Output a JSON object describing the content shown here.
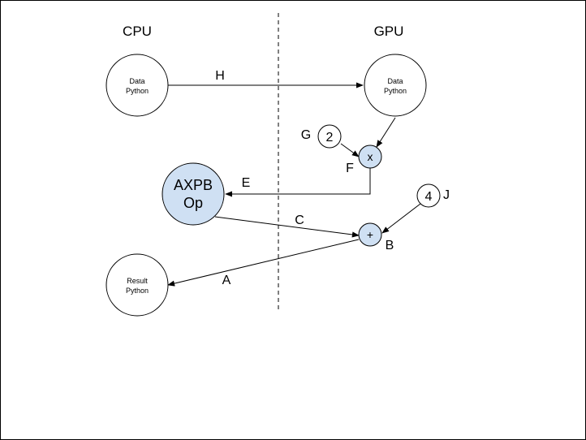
{
  "headers": {
    "left": "CPU",
    "right": "GPU"
  },
  "nodes": {
    "data_cpu": {
      "line1": "Data",
      "line2": "Python"
    },
    "data_gpu": {
      "line1": "Data",
      "line2": "Python"
    },
    "const_two": "2",
    "mul_op": "x",
    "axpb": {
      "line1": "AXPB",
      "line2": "Op"
    },
    "const_four": "4",
    "add_op": "+",
    "result": {
      "line1": "Result",
      "line2": "Python"
    }
  },
  "edge_labels": {
    "H": "H",
    "G": "G",
    "F": "F",
    "E": "E",
    "J": "J",
    "C": "C",
    "B": "B",
    "A": "A"
  },
  "colors": {
    "op_fill": "#cfe0f3",
    "stroke": "#000000",
    "background": "#ffffff"
  }
}
